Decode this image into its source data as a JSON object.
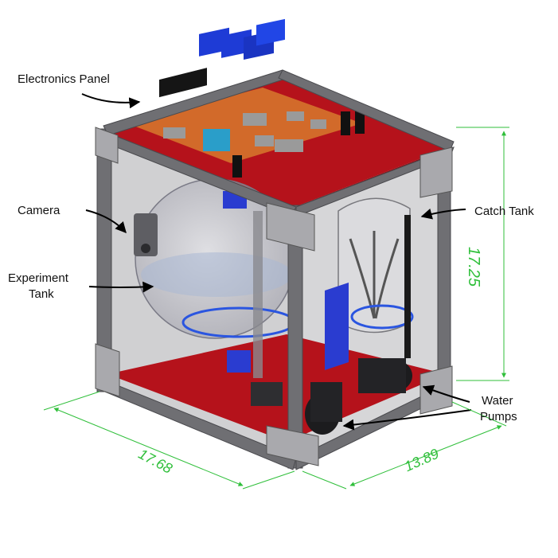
{
  "labels": {
    "electronics_panel": "Electronics Panel",
    "camera": "Camera",
    "experiment_tank_line1": "Experiment",
    "experiment_tank_line2": "Tank",
    "catch_tank": "Catch Tank",
    "water_pumps_line1": "Water",
    "water_pumps_line2": "Pumps"
  },
  "dimensions": {
    "height": "17.25",
    "width": "17.68",
    "depth": "13.89"
  },
  "colors": {
    "base_plate": "#b5121b",
    "pcb": "#d26a2a",
    "relay_blue": "#1e3bd6",
    "frame": "#6f6f73",
    "dimension_green": "#2fbf3a",
    "panel_glass": "#c9c9cb"
  }
}
